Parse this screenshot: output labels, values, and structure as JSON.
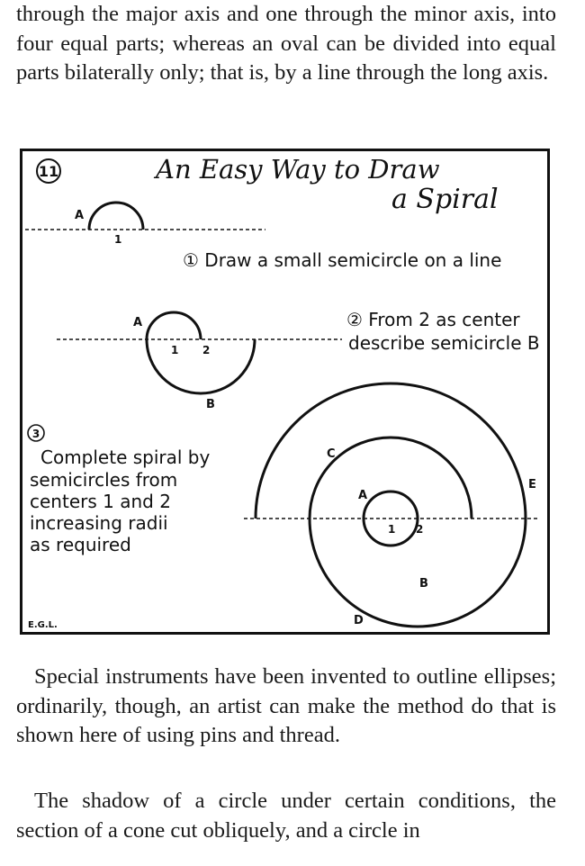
{
  "text": {
    "top_paragraph": "through the major axis and one through the minor axis, into four equal parts; whereas an oval can be divided into equal parts bilaterally only; that is, by a line through the long axis.",
    "middle_paragraph": "Special instruments have been invented to outline ellipses; ordinarily, though, an artist can make the method do that is shown here of using pins and thread.",
    "bottom_paragraph": "The shadow of a circle under certain conditions, the section of a cone cut obliquely, and a circle in"
  },
  "figure": {
    "number": "11",
    "title_line1": "An Easy Way to Draw",
    "title_line2": "a Spiral",
    "step1": "① Draw a small semicircle on a line",
    "step2_line1": "② From 2 as center",
    "step2_line2": "describe semicircle B",
    "step3_num": "③",
    "step3_lines": [
      "Complete spiral by",
      "semicircles from",
      "centers 1 and 2",
      "increasing radii",
      "as required"
    ],
    "labels": {
      "a": "A",
      "b": "B",
      "c": "C",
      "d": "D",
      "e": "E",
      "one": "1",
      "two": "2"
    },
    "signature": "E.G.L."
  }
}
